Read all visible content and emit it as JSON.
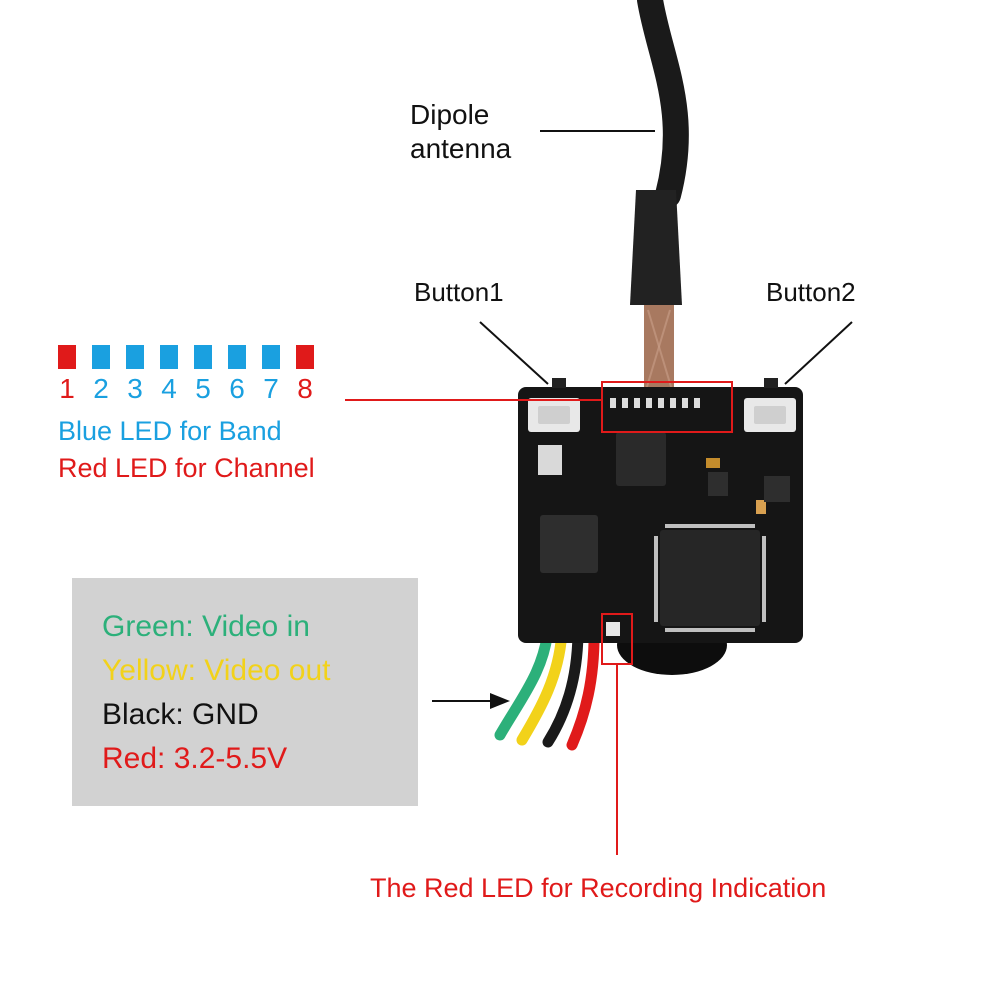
{
  "antenna": {
    "line1": "Dipole",
    "line2": "antenna"
  },
  "buttons": {
    "button1": "Button1",
    "button2": "Button2"
  },
  "led_indicators": [
    {
      "num": "1",
      "color": "#e01a1a"
    },
    {
      "num": "2",
      "color": "#1aa0e0"
    },
    {
      "num": "3",
      "color": "#1aa0e0"
    },
    {
      "num": "4",
      "color": "#1aa0e0"
    },
    {
      "num": "5",
      "color": "#1aa0e0"
    },
    {
      "num": "6",
      "color": "#1aa0e0"
    },
    {
      "num": "7",
      "color": "#1aa0e0"
    },
    {
      "num": "8",
      "color": "#e01a1a"
    }
  ],
  "led_legend": {
    "band": "Blue LED for Band",
    "channel": "Red LED for Channel"
  },
  "wires": [
    {
      "text": "Green: Video in",
      "color": "#2cb07a"
    },
    {
      "text": "Yellow: Video out",
      "color": "#f2d21a"
    },
    {
      "text": "Black: GND",
      "color": "#111111"
    },
    {
      "text": "Red: 3.2-5.5V",
      "color": "#e01a1a"
    }
  ],
  "recording": {
    "text": "The Red LED for Recording Indication"
  },
  "colors": {
    "red_accent": "#e01a1a",
    "blue_accent": "#1aa0e0",
    "board": "#151515",
    "box_bg": "#d2d2d2"
  }
}
